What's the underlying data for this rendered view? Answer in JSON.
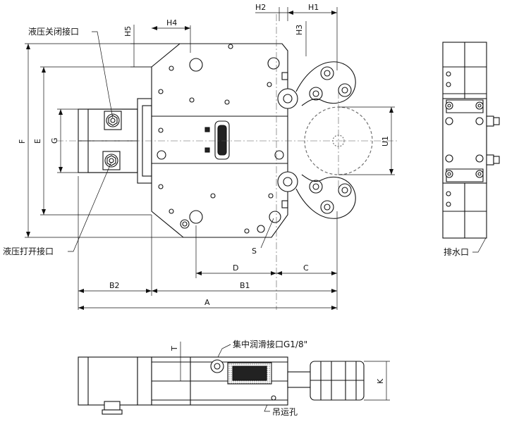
{
  "callouts": {
    "hydraulic_close_port": "液压关闭接口",
    "hydraulic_open_port": "液压打开接口",
    "drain_port": "排水口",
    "lube_port": "集中润滑接口G1/8\"",
    "lifting_hole": "吊运孔"
  },
  "dimensions": {
    "H2": "H2",
    "H1": "H1",
    "H3": "H3",
    "H4": "H4",
    "H5": "H5",
    "F": "F",
    "E": "E",
    "G": "G",
    "U1": "U1",
    "S": "S",
    "D": "D",
    "C": "C",
    "B2": "B2",
    "B1": "B1",
    "A": "A",
    "T": "T",
    "K": "K"
  },
  "colors": {
    "line": "#111111",
    "center_line": "#555555",
    "body_fill": "#ffffff"
  }
}
